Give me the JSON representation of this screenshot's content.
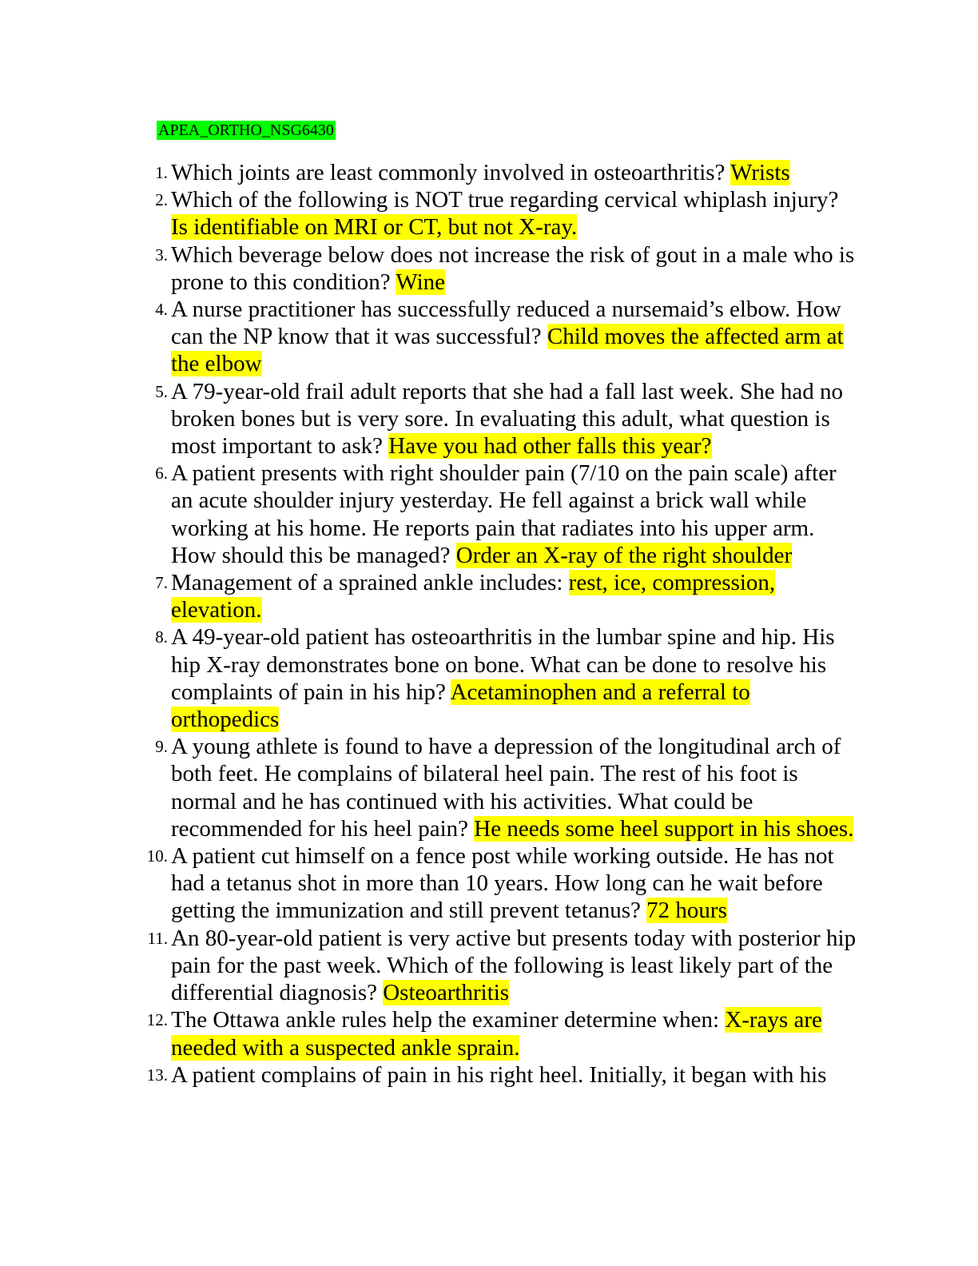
{
  "document": {
    "tag": "APEA_ORTHO_NSG6430",
    "highlight_colors": {
      "tag": "#00ff00",
      "answer": "#ffff00"
    },
    "questions": [
      {
        "number": "1.",
        "question": "Which joints are least commonly involved in osteoarthritis? ",
        "answer": "Wrists"
      },
      {
        "number": "2.",
        "question": "Which of the following is NOT true regarding cervical whiplash injury? ",
        "answer": "Is identifiable on MRI or CT, but not X-ray."
      },
      {
        "number": "3.",
        "question": "Which beverage below does not increase the risk of gout in a male who is prone to this condition? ",
        "answer": "Wine"
      },
      {
        "number": "4.",
        "question": "A nurse practitioner has successfully reduced a nursemaid’s elbow. How can the NP know that it was successful? ",
        "answer": "Child moves the affected arm at the elbow"
      },
      {
        "number": "5.",
        "question": "A 79-year-old frail adult reports that she had a fall last week. She had no broken bones but is very sore. In evaluating this adult, what question is most important to ask? ",
        "answer": "Have you had other falls this year?"
      },
      {
        "number": "6.",
        "question": "A patient presents with right shoulder pain (7/10 on the pain scale) after an acute shoulder injury yesterday. He fell against a brick wall while working at his home. He reports pain that radiates into his upper arm. How should this be managed? ",
        "answer": "Order an X-ray of the right shoulder"
      },
      {
        "number": "7.",
        "question": "Management of a sprained ankle includes: ",
        "answer": "rest, ice, compression, elevation."
      },
      {
        "number": "8.",
        "question": "A 49-year-old patient has osteoarthritis in the lumbar spine and hip. His hip X-ray demonstrates bone on bone. What can be done to resolve his complaints of pain in his hip? ",
        "answer": "Acetaminophen and a referral to orthopedics"
      },
      {
        "number": "9.",
        "question": "A young athlete is found to have a depression of the longitudinal arch of both feet. He complains of bilateral heel pain. The rest of his foot is normal and he has continued with his activities. What could be recommended for his heel pain? ",
        "answer": "He needs some heel support in his shoes."
      },
      {
        "number": "10.",
        "question": "A patient cut himself on a fence post while working outside. He has not had a tetanus shot in more than 10 years. How long can he wait before getting the immunization and still prevent tetanus? ",
        "answer": "72 hours"
      },
      {
        "number": "11.",
        "question": "An 80-year-old patient is very active but presents today with posterior hip pain for the past week. Which of the following is least likely part of the differential diagnosis? ",
        "answer": "Osteoarthritis"
      },
      {
        "number": "12.",
        "question": "The Ottawa ankle rules help the examiner determine when: ",
        "answer": "X-rays are needed with a suspected ankle sprain."
      },
      {
        "number": "13.",
        "question": "A patient complains of pain in his right heel. Initially, it began with his",
        "answer": ""
      }
    ]
  }
}
